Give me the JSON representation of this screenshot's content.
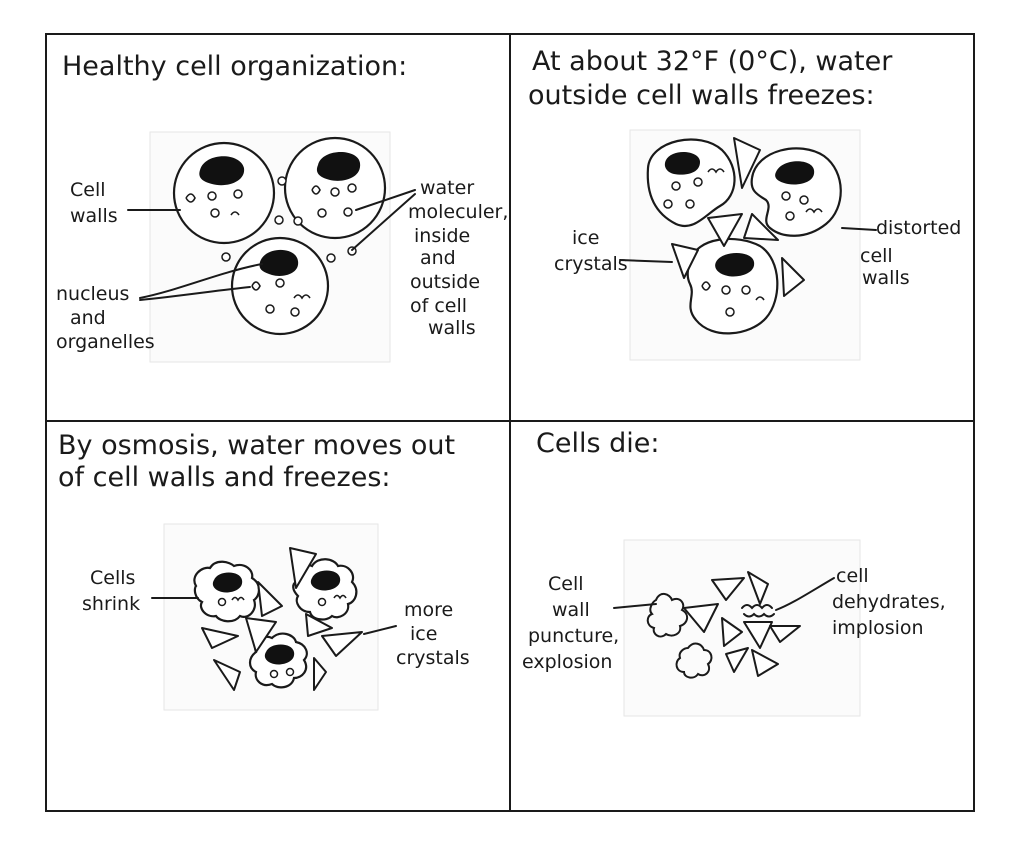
{
  "panels": {
    "healthy": {
      "title": "Healthy cell organization:",
      "cell_walls_label": [
        "Cell",
        "walls"
      ],
      "nucleus_label": [
        "nucleus",
        "and",
        "organelles"
      ],
      "water_label": [
        "water",
        "moleculer,",
        "inside",
        "and",
        "outside",
        "of cell",
        "walls"
      ]
    },
    "freezing": {
      "title": [
        "At about 32°F (0°C), water",
        "outside cell walls freezes:"
      ],
      "ice_label": [
        "ice",
        "crystals"
      ],
      "distorted_label": [
        "distorted",
        "cell",
        "walls"
      ]
    },
    "osmosis": {
      "title": [
        "By osmosis, water moves out",
        "of cell walls and freezes:"
      ],
      "shrink_label": [
        "Cells",
        "shrink"
      ],
      "more_ice_label": [
        "more",
        "ice",
        "crystals"
      ]
    },
    "death": {
      "title": "Cells die:",
      "puncture_label": [
        "Cell",
        "wall",
        "puncture,",
        "explosion"
      ],
      "dehydrate_label": [
        "cell",
        "dehydrates,",
        "implosion"
      ]
    }
  }
}
